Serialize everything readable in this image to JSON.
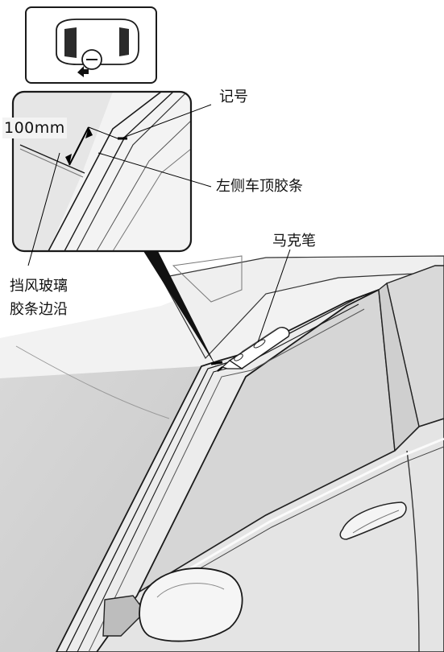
{
  "labels": {
    "mark": "记号",
    "dimension": "100mm",
    "roof_molding": "左侧车顶胶条",
    "marker_pen": "马克笔",
    "windshield_edge_line1": "挡风玻璃",
    "windshield_edge_line2": "胶条边沿"
  },
  "colors": {
    "line": "#1a1a1a",
    "shade_dark": "#d2d2d2",
    "shade_mid": "#e2e2e2",
    "shade_light": "#eeeeee",
    "highlight": "#fafafa"
  }
}
